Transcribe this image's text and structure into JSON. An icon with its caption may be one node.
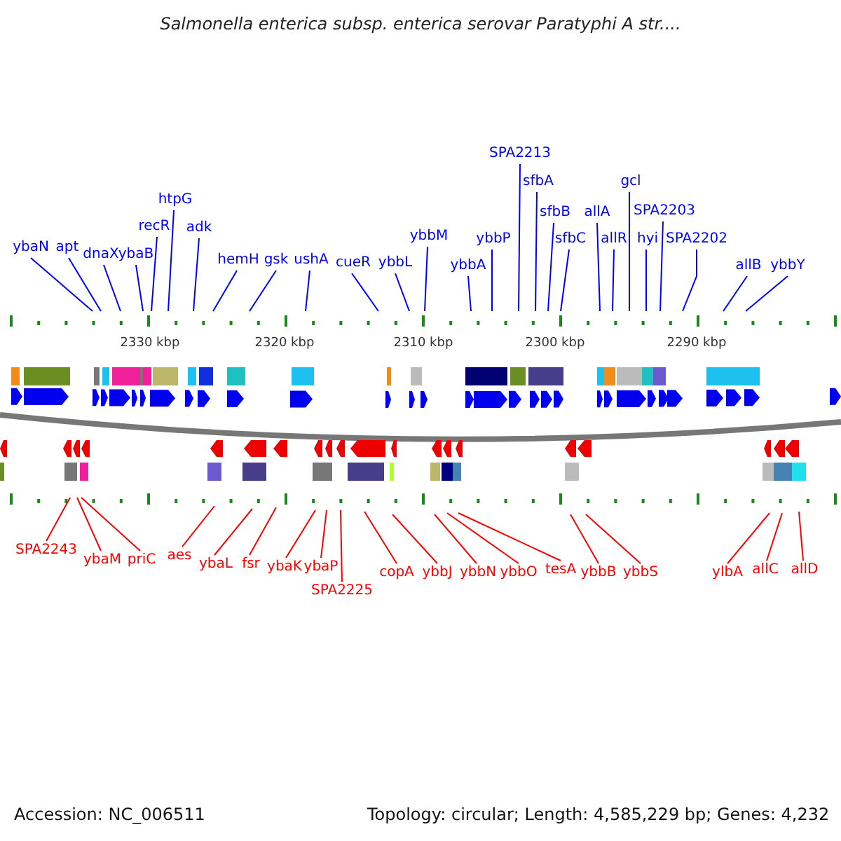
{
  "diagram": {
    "title": "Salmonella enterica subsp. enterica serovar Paratyphi A str....",
    "nodes": [
      {
        "text": [
          "ybaN"
        ]
      },
      {
        "text": [
          "apt"
        ]
      },
      {
        "text": [
          "dnaX"
        ]
      },
      {
        "text": [
          "ybaB"
        ]
      },
      {
        "text": [
          "recR"
        ]
      },
      {
        "text": [
          "htpG"
        ]
      },
      {
        "text": [
          "adk"
        ]
      },
      {
        "text": [
          "hemH"
        ]
      },
      {
        "text": [
          "gsk"
        ]
      },
      {
        "text": [
          "ushA"
        ]
      },
      {
        "text": [
          "cueR"
        ]
      },
      {
        "text": [
          "ybbL"
        ]
      },
      {
        "text": [
          "ybbM"
        ]
      },
      {
        "text": [
          "ybbA"
        ]
      },
      {
        "text": [
          "ybbP"
        ]
      },
      {
        "text": [
          "SPA2213"
        ]
      },
      {
        "text": [
          "sfbA"
        ]
      },
      {
        "text": [
          "sfbB"
        ]
      },
      {
        "text": [
          "sfbC"
        ]
      },
      {
        "text": [
          "allA"
        ]
      },
      {
        "text": [
          "allR"
        ]
      },
      {
        "text": [
          "gcl"
        ]
      },
      {
        "text": [
          "SPA2203"
        ]
      },
      {
        "text": [
          "hyi"
        ]
      },
      {
        "text": [
          "SPA2202"
        ]
      },
      {
        "text": [
          "allB"
        ]
      },
      {
        "text": [
          "ybbY"
        ]
      },
      {
        "text": [
          "SPA2243"
        ]
      },
      {
        "text": [
          "ybaM"
        ]
      },
      {
        "text": [
          "priC"
        ]
      },
      {
        "text": [
          "aes"
        ]
      },
      {
        "text": [
          "ybaL"
        ]
      },
      {
        "text": [
          "fsr"
        ]
      },
      {
        "text": [
          "ybaK"
        ]
      },
      {
        "text": [
          "ybaP"
        ]
      },
      {
        "text": [
          "SPA2225"
        ]
      },
      {
        "text": [
          "copA"
        ]
      },
      {
        "text": [
          "ybbJ"
        ]
      },
      {
        "text": [
          "ybbN"
        ]
      },
      {
        "text": [
          "ybbO"
        ]
      },
      {
        "text": [
          "tesA"
        ]
      },
      {
        "text": [
          "ybbB"
        ]
      },
      {
        "text": [
          "ybbS"
        ]
      },
      {
        "text": [
          "ylbA"
        ]
      },
      {
        "text": [
          "allC"
        ]
      },
      {
        "text": [
          "allD"
        ]
      }
    ],
    "edges": [
      {
        "from": 0,
        "to": null,
        "arrow": "none"
      },
      {
        "from": 1,
        "to": null,
        "arrow": "none"
      },
      {
        "from": 2,
        "to": null,
        "arrow": "none"
      },
      {
        "from": 3,
        "to": null,
        "arrow": "none"
      },
      {
        "from": 4,
        "to": null,
        "arrow": "none"
      },
      {
        "from": 5,
        "to": null,
        "arrow": "none"
      },
      {
        "from": 6,
        "to": null,
        "arrow": "none"
      },
      {
        "from": 7,
        "to": null,
        "arrow": "none"
      },
      {
        "from": 8,
        "to": null,
        "arrow": "none"
      },
      {
        "from": 9,
        "to": null,
        "arrow": "none"
      },
      {
        "from": 10,
        "to": null,
        "arrow": "none"
      },
      {
        "from": 11,
        "to": null,
        "arrow": "none"
      },
      {
        "from": 12,
        "to": null,
        "arrow": "none"
      },
      {
        "from": 13,
        "to": null,
        "arrow": "none"
      },
      {
        "from": 14,
        "to": null,
        "arrow": "none"
      },
      {
        "from": 15,
        "to": null,
        "arrow": "none"
      },
      {
        "from": 16,
        "to": null,
        "arrow": "none"
      },
      {
        "from": 17,
        "to": null,
        "arrow": "none"
      },
      {
        "from": 18,
        "to": null,
        "arrow": "none"
      },
      {
        "from": 19,
        "to": null,
        "arrow": "none"
      },
      {
        "from": 20,
        "to": null,
        "arrow": "none"
      },
      {
        "from": 21,
        "to": null,
        "arrow": "none"
      },
      {
        "from": 22,
        "to": null,
        "arrow": "none"
      },
      {
        "from": 23,
        "to": null,
        "arrow": "none"
      },
      {
        "from": 24,
        "to": null,
        "arrow": "none"
      },
      {
        "from": 25,
        "to": null,
        "arrow": "none"
      },
      {
        "from": 26,
        "to": null,
        "arrow": "none"
      },
      {
        "from": 27,
        "to": null,
        "arrow": "none",
        "color": "#ff0000"
      },
      {
        "from": 28,
        "to": null,
        "arrow": "none",
        "color": "#ff0000"
      },
      {
        "from": 29,
        "to": null,
        "arrow": "none",
        "color": "#ff0000"
      },
      {
        "from": 30,
        "to": null,
        "arrow": "none",
        "color": "#ff0000"
      },
      {
        "from": 31,
        "to": null,
        "arrow": "none",
        "color": "#ff0000"
      },
      {
        "from": 32,
        "to": null,
        "arrow": "none",
        "color": "#ff0000"
      },
      {
        "from": 33,
        "to": null,
        "arrow": "none",
        "color": "#ff0000"
      },
      {
        "from": 34,
        "to": null,
        "arrow": "none",
        "color": "#ff0000"
      },
      {
        "from": 35,
        "to": null,
        "arrow": "none",
        "color": "#ff0000"
      },
      {
        "from": 36,
        "to": null,
        "arrow": "none",
        "color": "#ff0000"
      },
      {
        "from": 37,
        "to": null,
        "arrow": "none",
        "color": "#ff0000"
      },
      {
        "from": 38,
        "to": null,
        "arrow": "none",
        "color": "#ff0000"
      },
      {
        "from": 39,
        "to": null,
        "arrow": "none",
        "color": "#ff0000"
      },
      {
        "from": 40,
        "to": null,
        "arrow": "none",
        "color": "#ff0000"
      },
      {
        "from": 41,
        "to": null,
        "arrow": "none",
        "color": "#ff0000"
      },
      {
        "from": 42,
        "to": null,
        "arrow": "none",
        "color": "#ff0000"
      },
      {
        "from": 43,
        "to": null,
        "arrow": "none",
        "color": "#ff0000"
      },
      {
        "from": 44,
        "to": null,
        "arrow": "none",
        "color": "#ff0000"
      },
      {
        "from": 45,
        "to": null,
        "arrow": "none",
        "color": "#ff0000"
      }
    ],
    "labels": [
      "2330 kbp",
      "2320 kbp",
      "2310 kbp",
      "2300 kbp",
      "2290 kbp",
      "Accession: NC_006511",
      "Topology: circular; Length: 4,585,229 bp; Genes: 4,232"
    ]
  }
}
